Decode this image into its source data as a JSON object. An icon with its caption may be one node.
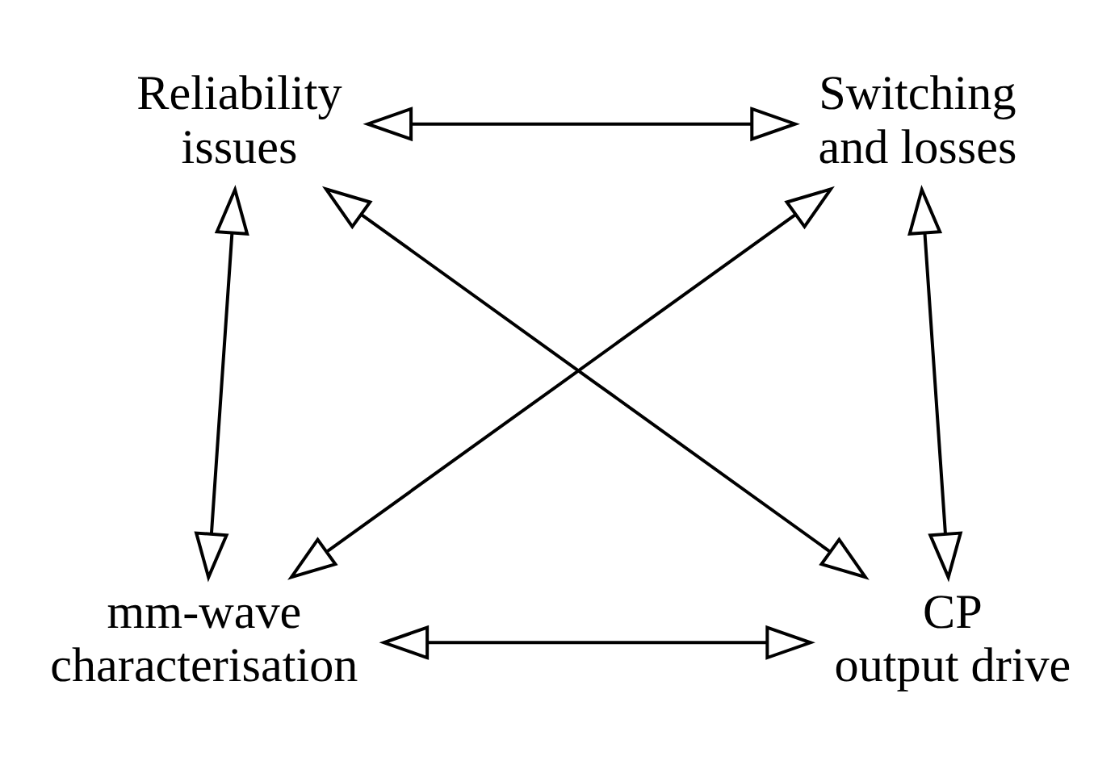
{
  "diagram": {
    "nodes": [
      {
        "text": [
          "Reliability issues"
        ]
      },
      {
        "text": [
          "Switching and losses"
        ]
      },
      {
        "text": [
          "mm-wave characterisation"
        ]
      },
      {
        "text": [
          "CP output drive"
        ]
      }
    ],
    "edges": [
      {
        "from": 0,
        "to": 1,
        "arrow": "both"
      },
      {
        "from": 0,
        "to": 2,
        "arrow": "both"
      },
      {
        "from": 1,
        "to": 3,
        "arrow": "both"
      },
      {
        "from": 2,
        "to": 3,
        "arrow": "both"
      },
      {
        "from": 0,
        "to": 3,
        "arrow": "both"
      },
      {
        "from": 1,
        "to": 2,
        "arrow": "both"
      }
    ]
  }
}
